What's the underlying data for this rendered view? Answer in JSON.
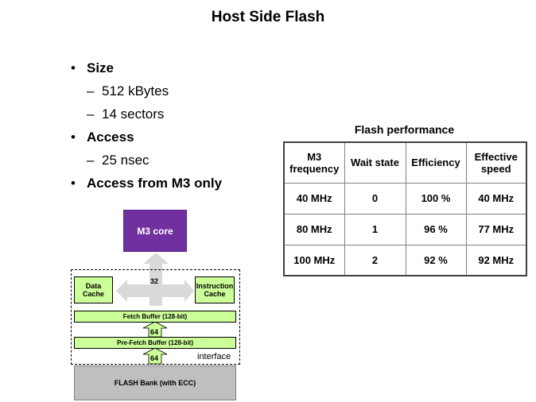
{
  "title": "Host Side Flash",
  "bullets": [
    {
      "text": "Size",
      "subs": [
        "512 kBytes",
        "14 sectors"
      ]
    },
    {
      "text": "Access",
      "subs": [
        "25 nsec"
      ]
    },
    {
      "text": "Access from M3 only",
      "subs": []
    }
  ],
  "bullet_glyph": "•",
  "dash_glyph": "–",
  "diagram": {
    "m3_core": "M3 core",
    "data_cache": "Data Cache",
    "instruction_cache": "Instruction Cache",
    "bus_32": "32",
    "fetch_buffer": "Fetch Buffer (128-bit)",
    "bus_64_a": "64",
    "prefetch_buffer": "Pre-Fetch Buffer (128-bit)",
    "bus_64_b": "64",
    "interface": "interface",
    "flash_bank": "FLASH  Bank (with ECC)"
  },
  "table": {
    "title": "Flash performance",
    "headers": [
      "M3 frequency",
      "Wait state",
      "Efficiency",
      "Effective speed"
    ],
    "rows": [
      [
        "40 MHz",
        "0",
        "100 %",
        "40 MHz"
      ],
      [
        "80 MHz",
        "1",
        "96 %",
        "77 MHz"
      ],
      [
        "100 MHz",
        "2",
        "92 %",
        "92 MHz"
      ]
    ]
  },
  "colors": {
    "m3_core": "#7030a0",
    "buffers": "#ccff99",
    "flash": "#bfbfbf",
    "arrows": "#d9d9d9"
  }
}
